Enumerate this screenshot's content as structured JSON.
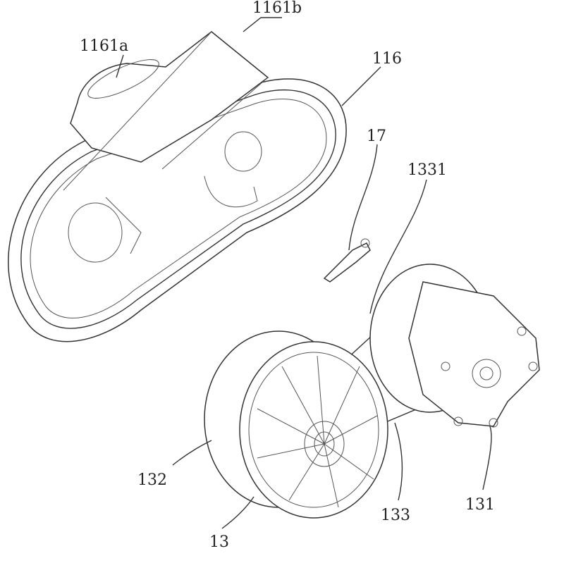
{
  "figure": {
    "labels": {
      "l1161b": "1161b",
      "l1161a": "1161a",
      "l116": "116",
      "l17": "17",
      "l1331": "1331",
      "l132": "132",
      "l133": "133",
      "l131": "131",
      "l13": "13"
    }
  }
}
